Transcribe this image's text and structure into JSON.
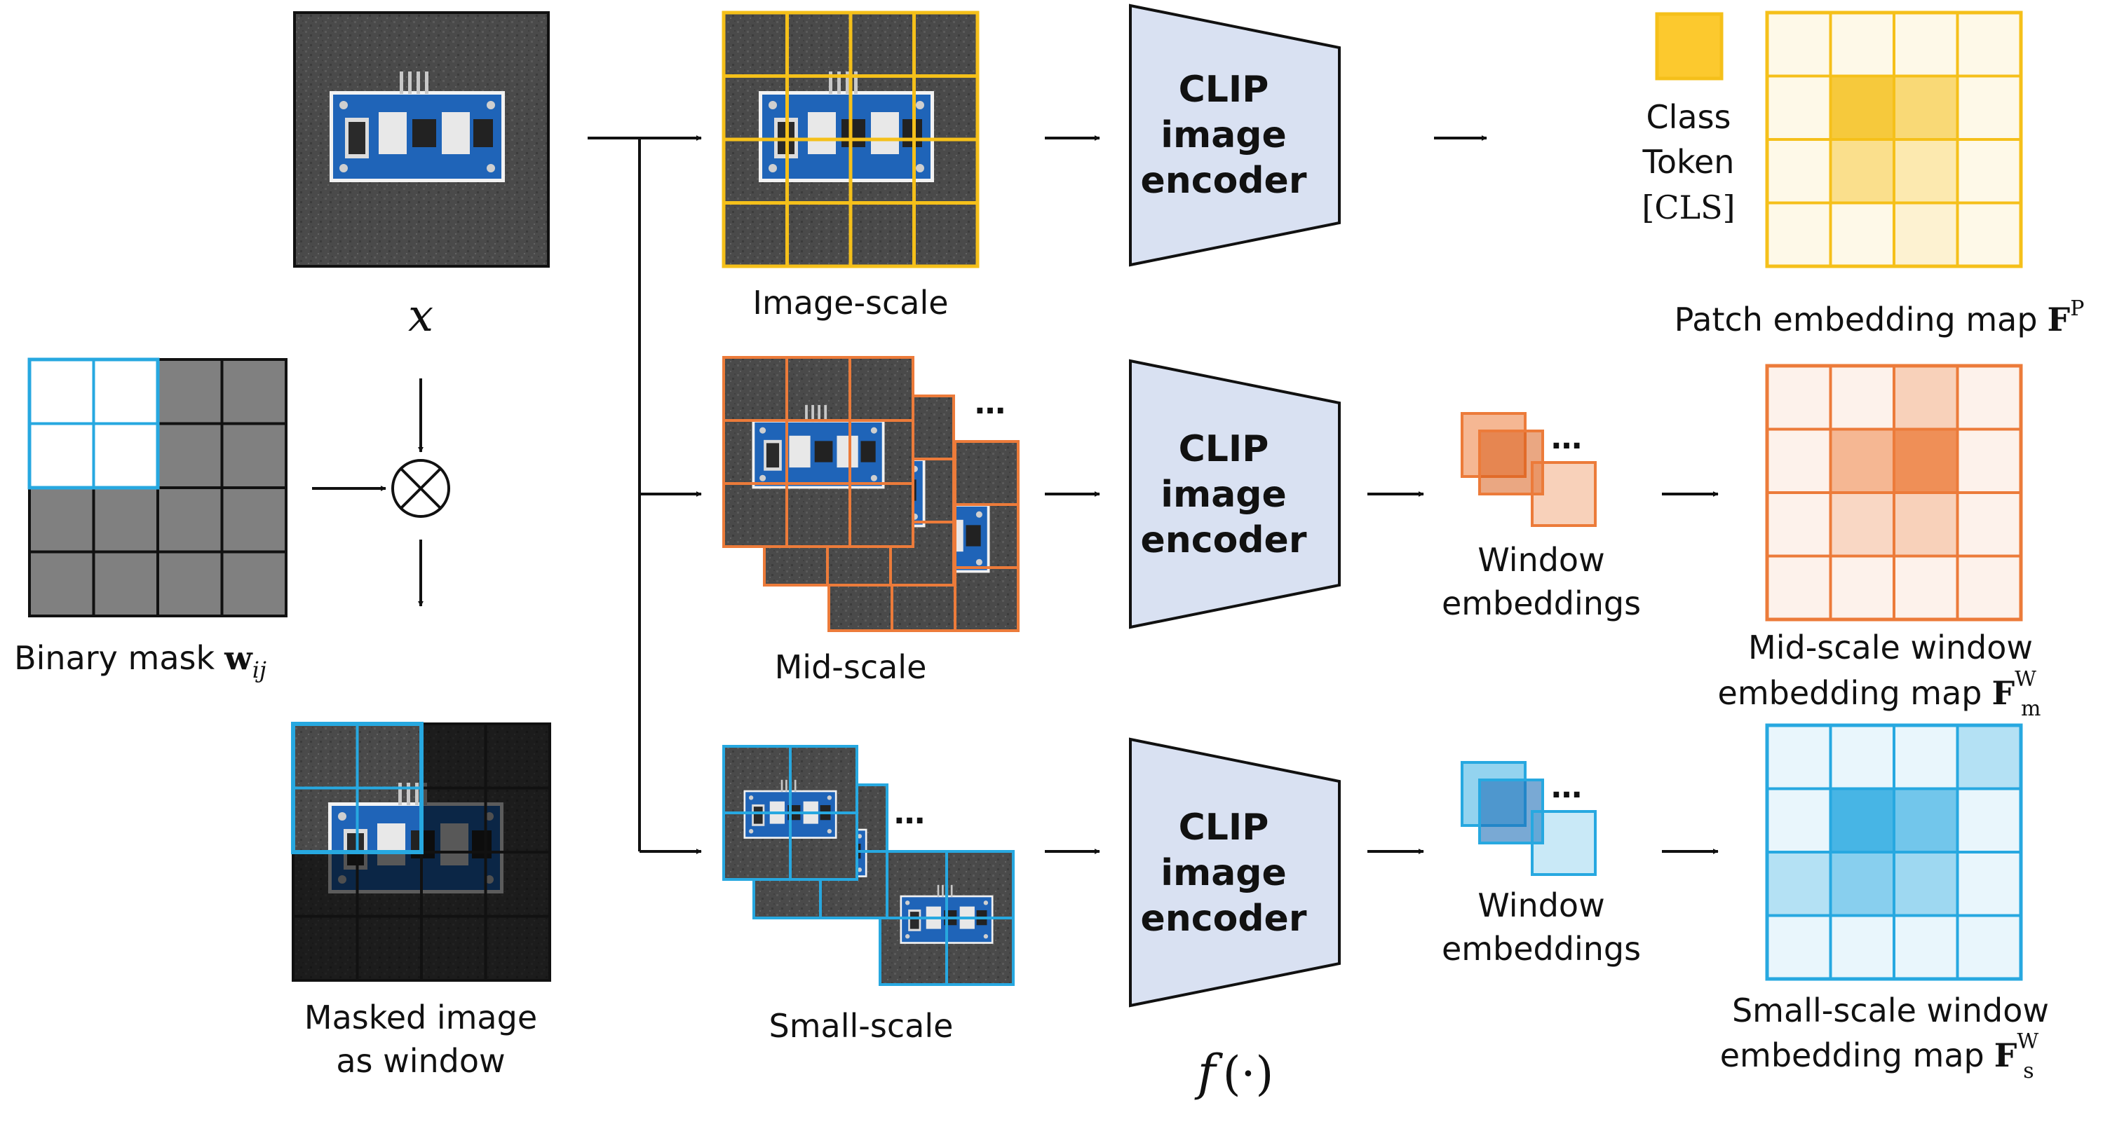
{
  "labels": {
    "x_symbol": "x",
    "binary_mask": "Binary mask",
    "binary_mask_symbol": "w",
    "binary_mask_sub": "ij",
    "masked_line1": "Masked image",
    "masked_line2": "as window",
    "image_scale": "Image-scale",
    "mid_scale": "Mid-scale",
    "small_scale": "Small-scale",
    "encoder_line1": "CLIP",
    "encoder_line2": "image",
    "encoder_line3": "encoder",
    "function_symbol": "f (·)",
    "class_token_line1": "Class",
    "class_token_line2": "Token",
    "class_token_line3": "[CLS]",
    "window_emb_line1": "Window",
    "window_emb_line2": "embeddings",
    "ellipsis": "…",
    "patch_map": "Patch embedding map",
    "patch_map_symbol": "F",
    "patch_map_sup": "P",
    "mid_map_line1": "Mid-scale window",
    "mid_map_line2": "embedding map",
    "mid_map_symbol": "F",
    "mid_map_sub": "m",
    "mid_map_sup": "W",
    "small_map_line1": "Small-scale window",
    "small_map_line2": "embedding map",
    "small_map_symbol": "F",
    "small_map_sub": "s",
    "small_map_sup": "W",
    "multiply_symbol": "⊗"
  },
  "colors": {
    "gold": "#f5c01a",
    "orange": "#ec7b3a",
    "blue": "#27a8e0",
    "encoder_fill": "#d9e1f2",
    "mask_gray": "#808080"
  },
  "heatmaps": {
    "patch": [
      [
        0.1,
        0.1,
        0.1,
        0.1
      ],
      [
        0.1,
        0.85,
        0.6,
        0.1
      ],
      [
        0.1,
        0.5,
        0.35,
        0.1
      ],
      [
        0.1,
        0.1,
        0.2,
        0.1
      ]
    ],
    "mid": [
      [
        0.1,
        0.1,
        0.35,
        0.1
      ],
      [
        0.1,
        0.55,
        0.85,
        0.1
      ],
      [
        0.1,
        0.3,
        0.35,
        0.1
      ],
      [
        0.1,
        0.1,
        0.1,
        0.1
      ]
    ],
    "small": [
      [
        0.1,
        0.1,
        0.1,
        0.35
      ],
      [
        0.1,
        0.85,
        0.65,
        0.1
      ],
      [
        0.35,
        0.55,
        0.45,
        0.1
      ],
      [
        0.1,
        0.1,
        0.1,
        0.1
      ]
    ]
  }
}
